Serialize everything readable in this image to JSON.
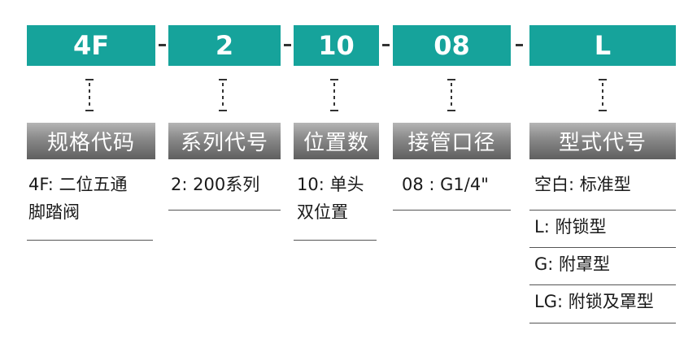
{
  "codes": [
    {
      "value": "4F"
    },
    {
      "value": "2"
    },
    {
      "value": "10"
    },
    {
      "value": "08"
    },
    {
      "value": "L"
    }
  ],
  "separator": "-",
  "labels": [
    {
      "text": "规格代码"
    },
    {
      "text": "系列代号"
    },
    {
      "text": "位置数"
    },
    {
      "text": "接管口径"
    },
    {
      "text": "型式代号"
    }
  ],
  "descriptions": [
    {
      "lines": [
        "4F: 二位五通",
        "脚踏阀"
      ]
    },
    {
      "lines": [
        "2: 200系列"
      ]
    },
    {
      "lines": [
        "10: 单头",
        "双位置"
      ]
    },
    {
      "lines": [
        "08 : G1/4\""
      ]
    }
  ],
  "options": [
    "空白: 标准型",
    "L: 附锁型",
    "G: 附罩型",
    "LG: 附锁及罩型"
  ],
  "colors": {
    "code_box": "#16a39b",
    "label_box_top": "#b5b5b5",
    "label_box_bottom": "#5f5f5f"
  }
}
